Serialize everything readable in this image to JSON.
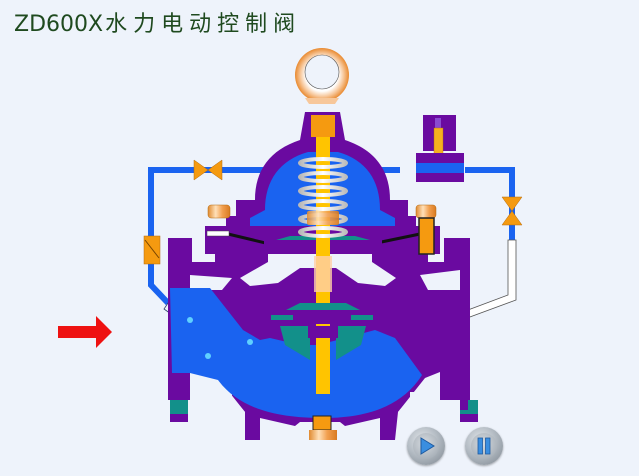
{
  "title": {
    "model": "ZD600X",
    "name_cn": "水力电动控制阀"
  },
  "diagram": {
    "subject": "ZD600X hydraulic electric control valve cross-section",
    "flow_direction": "left-to-right",
    "components": [
      "lifting-eye",
      "bonnet",
      "spring",
      "valve-stem",
      "diaphragm",
      "valve-disc",
      "valve-body",
      "inlet-flange",
      "outlet-flange",
      "solenoid-valve",
      "needle-valve-left",
      "needle-valve-right",
      "filter",
      "control-pipe",
      "drain-plug"
    ],
    "colors": {
      "body": "#6a0aa0",
      "water": "#1a63f0",
      "stem": "#ffc400",
      "fitting": "#f59a10",
      "seal": "#12908a",
      "pipe": "#1a63f0",
      "arrow": "#ee1111",
      "background": "#eef3fb"
    }
  },
  "controls": {
    "play": {
      "label": "Play",
      "icon": "play-icon"
    },
    "pause": {
      "label": "Pause",
      "icon": "pause-icon"
    }
  }
}
